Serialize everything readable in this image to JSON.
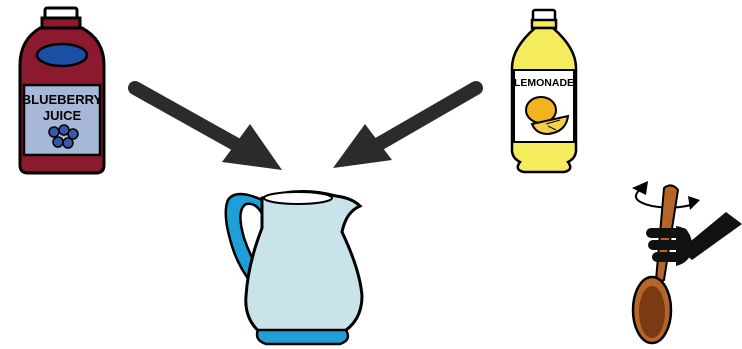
{
  "blueberry_bottle": {
    "label_line1": "BLUEBERRY",
    "label_line2": "JUICE",
    "colors": {
      "body": "#8b1a2e",
      "label": "#a7b7d8",
      "oval": "#1b4fa3",
      "berries": "#3558a7",
      "cap": "#ffffff"
    }
  },
  "lemonade_bottle": {
    "label": "LEMONADE",
    "colors": {
      "body": "#f4ec5d",
      "label": "#ffffff",
      "lemon": "#f2b320",
      "cap": "#ffffff"
    }
  },
  "pitcher": {
    "colors": {
      "body": "#c9e3ea",
      "handle": "#1f9fd6",
      "base": "#1f9fd6"
    }
  },
  "spoon": {
    "colors": {
      "wood": "#b3652a",
      "bowl_inner": "#7a3a12",
      "hand": "#111111"
    }
  },
  "arrows": {
    "color": "#2b2b2b"
  }
}
